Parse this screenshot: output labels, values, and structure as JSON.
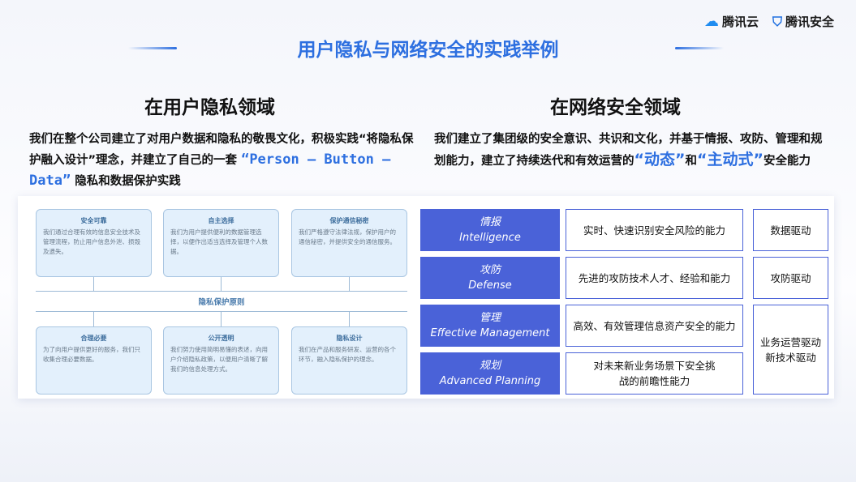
{
  "header": {
    "title": "用户隐私与网络安全的实践举例",
    "logo_cloud": "腾讯云",
    "logo_security": "腾讯安全",
    "accent": "#2d6fe0"
  },
  "left": {
    "heading": "在用户隐私领域",
    "para_a": "我们在整个公司建立了对用户数据和隐私的敬畏文化，积极实践“将隐私保护融入设计”理念，并建立了自己的一套 ",
    "para_hl": "“Person – Button – Data”",
    "para_b": " 隐私和数据保护实践",
    "diagram": {
      "center": "隐私保护原则",
      "top": [
        {
          "title": "安全可靠",
          "text": "我们通过合理有效的信息安全技术及管理流程，防止用户信息外泄、损毁及遗失。"
        },
        {
          "title": "自主选择",
          "text": "我们为用户提供便利的数据管理选择，以便作出适当选择及管理个人数据。"
        },
        {
          "title": "保护通信秘密",
          "text": "我们严格遵守法律法规，保护用户的通信秘密，并提供安全的通信服务。"
        }
      ],
      "bottom": [
        {
          "title": "合理必要",
          "text": "为了向用户提供更好的服务，我们只收集合理必要数据。"
        },
        {
          "title": "公开透明",
          "text": "我们努力使用简明易懂的表述，向用户介绍隐私政策，以便用户清晰了解我们的信息处理方式。"
        },
        {
          "title": "隐私设计",
          "text": "我们在产品和服务研发、运营的各个环节，融入隐私保护的理念。"
        }
      ]
    }
  },
  "right": {
    "heading": "在网络安全领域",
    "para_a": "我们建立了集团级的安全意识、共识和文化，并基于情报、攻防、管理和规划能力，建立了持续迭代和有效运营的",
    "hl1": "“动态”",
    "mid": "和",
    "hl2": "“主动式”",
    "para_b": "安全能力",
    "rows": [
      {
        "zh": "情报",
        "en": "Intelligence",
        "desc": "实时、快速识别安全风险的能力"
      },
      {
        "zh": "攻防",
        "en": "Defense",
        "desc": "先进的攻防技术人才、经验和能力"
      },
      {
        "zh": "管理",
        "en": "Effective Management",
        "desc": "高效、有效管理信息资产安全的能力"
      },
      {
        "zh": "规划",
        "en": "Advanced Planning",
        "desc": "对未来新业务场景下安全挑战的前瞻性能力"
      }
    ],
    "drivers": [
      "数据驱动",
      "攻防驱动",
      "业务运营驱动\n新技术驱动"
    ]
  }
}
